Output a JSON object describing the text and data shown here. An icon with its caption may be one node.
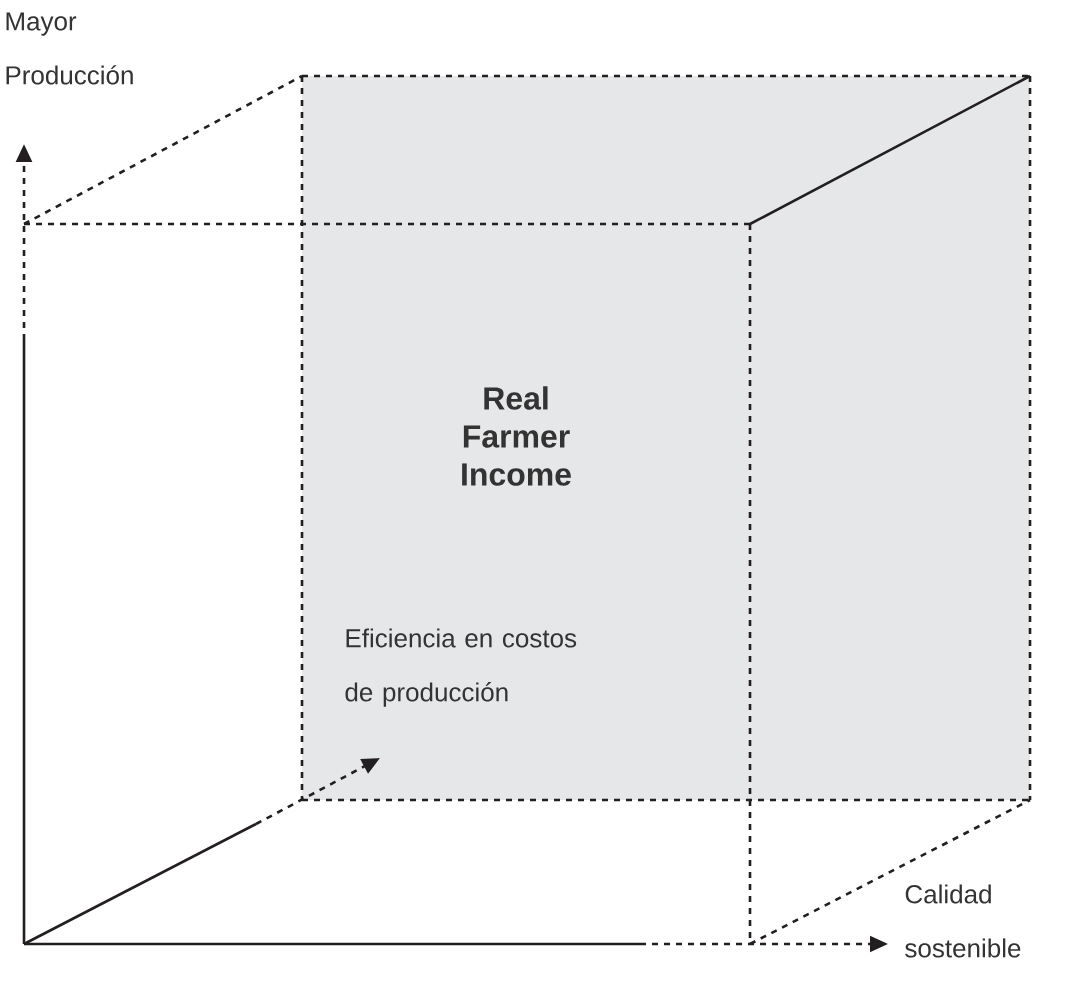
{
  "diagram": {
    "nodes": [
      {
        "text": [
          "Real Farmer Income"
        ]
      }
    ],
    "labels": [
      "Mayor Producción",
      "Eficiencia en costos de producción",
      "Calidad sostenible"
    ]
  }
}
